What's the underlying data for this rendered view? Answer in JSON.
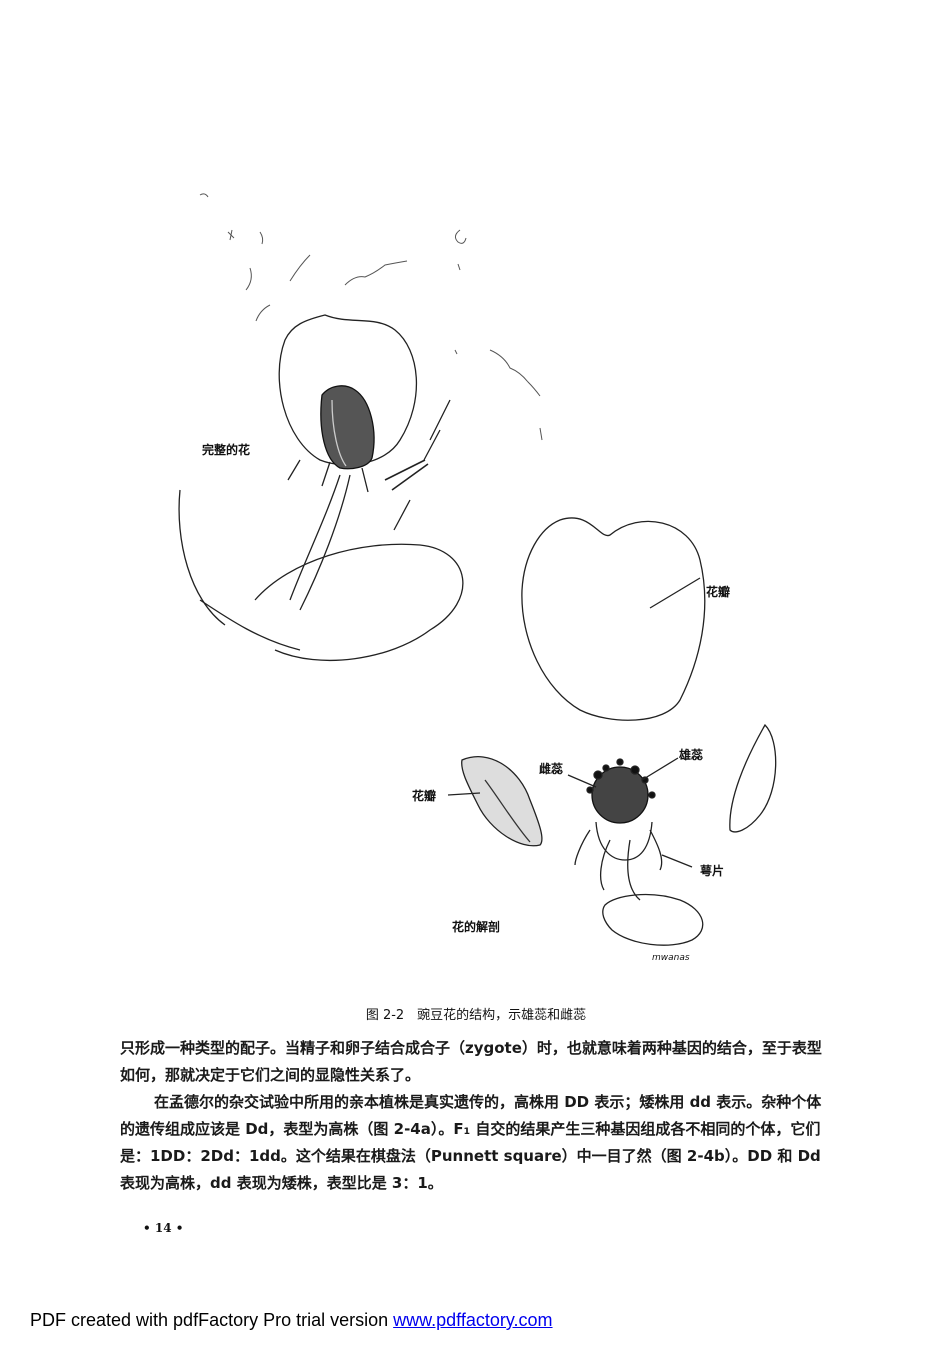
{
  "figure": {
    "labels": {
      "complete_flower": "完整的花",
      "petal_top": "花瓣",
      "stamen": "雄蕊",
      "pistil": "雌蕊",
      "petal_left": "花瓣",
      "sepal": "萼片",
      "dissection": "花的解剖"
    },
    "artist_signature": "mwanas"
  },
  "caption": "图 2-2　豌豆花的结构，示雄蕊和雌蕊",
  "body": {
    "paragraph_1": "只形成一种类型的配子。当精子和卵子结合成合子（zygote）时，也就意味着两种基因的结合，至于表型如何，那就决定于它们之间的显隐性关系了。",
    "paragraph_2": "在孟德尔的杂交试验中所用的亲本植株是真实遗传的，高株用 DD 表示；矮株用 dd 表示。杂种个体的遗传组成应该是 Dd，表型为高株（图 2-4a）。F₁ 自交的结果产生三种基因组成各不相同的个体，它们是：1DD：2Dd：1dd。这个结果在棋盘法（Punnett square）中一目了然（图 2-4b）。DD 和 Dd 表现为高株，dd 表现为矮株，表型比是 3：1。"
  },
  "page_number": "• 14 •",
  "footer": {
    "prefix": "PDF created with pdfFactory Pro trial version ",
    "link_text": "www.pdffactory.com"
  }
}
